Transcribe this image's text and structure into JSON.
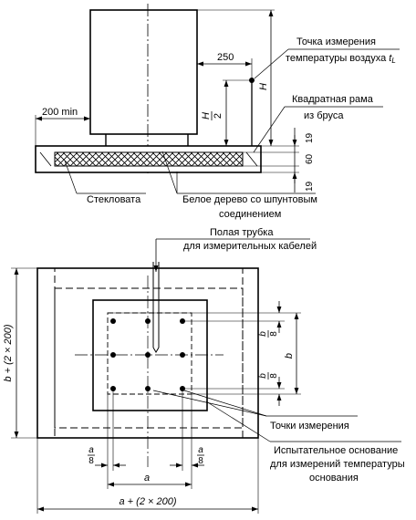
{
  "side_view": {
    "dim_250": "250",
    "dim_200_min": "200 min",
    "half_h": {
      "numerator": "H",
      "denominator": "2"
    },
    "label_h": "H",
    "dim_19_top": "19",
    "dim_60": "60",
    "dim_19_bottom": "19",
    "callout_temp_line1": "Точка измерения",
    "callout_temp_line2": "температуры воздуха",
    "callout_temp_symbol": "t",
    "callout_temp_subscript": "L",
    "callout_frame_line1": "Квадратная рама",
    "callout_frame_line2": "из бруса",
    "label_glass_wool": "Стекловата",
    "label_wood_line1": "Белое дерево со шпунтовым",
    "label_wood_line2": "соединением"
  },
  "plan_view": {
    "callout_tube_line1": "Полая трубка",
    "callout_tube_line2": "для измерительных кабелей",
    "frac_b8_top": {
      "numerator": "b",
      "denominator": "8"
    },
    "frac_b8_bottom": {
      "numerator": "b",
      "denominator": "8"
    },
    "label_b": "b",
    "label_b_total": "b + (2 × 200)",
    "label_points": "Точки измерения",
    "callout_base_line1": "Испытательное основание",
    "callout_base_line2": "для измерений температуры",
    "callout_base_line3": "основания",
    "frac_a8_left": {
      "numerator": "a",
      "denominator": "8"
    },
    "frac_a8_right": {
      "numerator": "a",
      "denominator": "8"
    },
    "label_a": "a",
    "label_a_total": "a + (2 × 200)"
  }
}
